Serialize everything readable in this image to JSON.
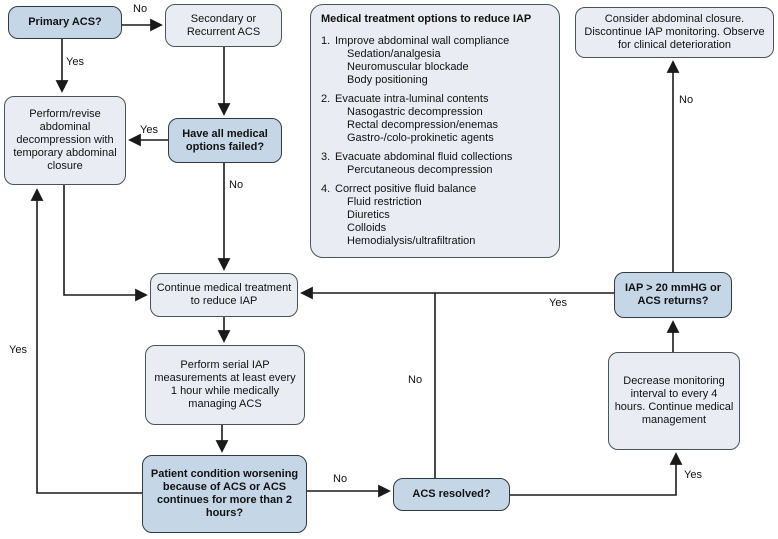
{
  "figure": {
    "type": "flowchart",
    "topic": "ACS / IAP management algorithm"
  },
  "colors": {
    "decision_fill": "#c5d7e6",
    "process_fill": "#e9edf3",
    "decision_border": "#2f3a42",
    "process_border": "#4a545c",
    "line": "#1a1a1a",
    "text": "#111111",
    "background": "#ffffff"
  },
  "nodes": {
    "primary_acs": "Primary ACS?",
    "secondary_acs": "Secondary or Recurrent ACS",
    "perform_revise": "Perform/revise abdominal decompression with temporary abdominal closure",
    "medical_failed": "Have all medical options failed?",
    "continue_treatment": "Continue medical treatment to reduce IAP",
    "serial_measurements": "Perform serial IAP measurements at least every 1 hour while medically managing ACS",
    "patient_worsening": "Patient condition worsening because of ACS or ACS continues for more than 2 hours?",
    "acs_resolved": "ACS resolved?",
    "iap_returns": "IAP > 20 mmHG or ACS returns?",
    "decrease_monitoring": "Decrease monitoring interval to every 4 hours. Continue medical management",
    "consider_closure": "Consider abdominal closure. Discontinue IAP monitoring. Observe for clinical deterioration"
  },
  "medical_options": {
    "title": "Medical treatment options to reduce IAP",
    "items": [
      {
        "num": "1.",
        "label": "Improve abdominal wall compliance",
        "subitems": [
          "Sedation/analgesia",
          "Neuromuscular blockade",
          "Body positioning"
        ]
      },
      {
        "num": "2.",
        "label": "Evacuate intra-luminal contents",
        "subitems": [
          "Nasogastric decompression",
          "Rectal decompression/enemas",
          "Gastro-/colo-prokinetic agents"
        ]
      },
      {
        "num": "3.",
        "label": "Evacuate abdominal fluid collections",
        "subitems": [
          "Percutaneous decompression"
        ]
      },
      {
        "num": "4.",
        "label": "Correct positive fluid balance",
        "subitems": [
          "Fluid restriction",
          "Diuretics",
          "Colloids",
          "Hemodialysis/ultrafiltration"
        ]
      }
    ]
  },
  "edge_labels": {
    "primary_to_secondary": "No",
    "primary_to_perform": "Yes",
    "failed_to_perform": "Yes",
    "failed_to_continue": "No",
    "patient_to_perform": "Yes",
    "patient_to_resolved": "No",
    "resolved_to_continue": "No",
    "resolved_to_decrease": "Yes",
    "iap_to_continue": "Yes",
    "iap_to_consider": "No"
  }
}
